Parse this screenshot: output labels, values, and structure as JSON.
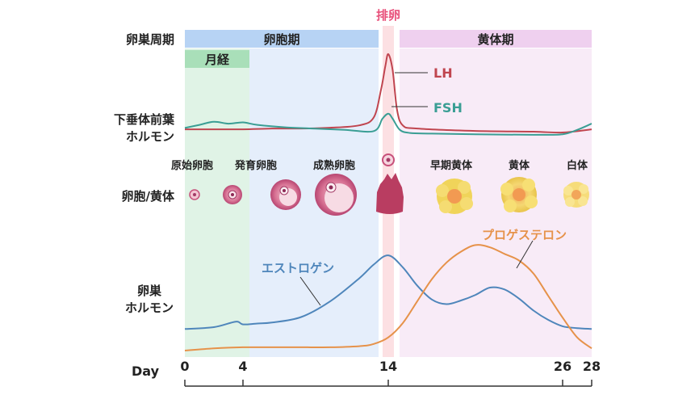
{
  "phases": {
    "ovarian_cycle": "卵巣周期",
    "follicular": "卵胞期",
    "ovulation": "排卵",
    "luteal": "黄体期",
    "menstruation": "月経"
  },
  "row_labels": {
    "pituitary_1": "下垂体前葉",
    "pituitary_2": "ホルモン",
    "follicle_corpus": "卵胞/黄体",
    "ovarian_1": "卵巣",
    "ovarian_2": "ホルモン"
  },
  "stages": [
    "原始卵胞",
    "発育卵胞",
    "成熟卵胞",
    "早期黄体",
    "黄体",
    "白体"
  ],
  "hormones": {
    "lh": "LH",
    "fsh": "FSH",
    "estrogen": "エストロゲン",
    "progesterone": "プロゲステロン"
  },
  "axis": {
    "label": "Day",
    "ticks": [
      0,
      4,
      14,
      26,
      28
    ]
  },
  "colors": {
    "lh": "#c0454f",
    "fsh": "#3a9e94",
    "estrogen": "#4f86bb",
    "progesterone": "#e6924a",
    "ovulation": "#e8507a",
    "follicle": "#c7507a",
    "corpus": "#f0d050"
  },
  "chart_data": {
    "type": "line",
    "x_range": [
      0,
      28
    ],
    "series": [
      {
        "key": "lh",
        "x": [
          0,
          2,
          4,
          6,
          8,
          10,
          12,
          13,
          13.5,
          13.8,
          14,
          14.3,
          14.6,
          15,
          16,
          20,
          24,
          26,
          28
        ],
        "y": [
          0.05,
          0.05,
          0.05,
          0.06,
          0.06,
          0.07,
          0.1,
          0.2,
          0.55,
          0.85,
          1.0,
          0.8,
          0.3,
          0.1,
          0.06,
          0.03,
          0.02,
          0.01,
          0.05
        ]
      },
      {
        "key": "fsh",
        "x": [
          0,
          1,
          2,
          3,
          4,
          5,
          7,
          9,
          11,
          13,
          13.6,
          14,
          14.3,
          14.8,
          15.5,
          17,
          20,
          24,
          26,
          27,
          28
        ],
        "y": [
          0.15,
          0.2,
          0.25,
          0.22,
          0.24,
          0.2,
          0.16,
          0.14,
          0.12,
          0.1,
          0.3,
          0.38,
          0.3,
          0.12,
          0.07,
          0.06,
          0.05,
          0.04,
          0.05,
          0.12,
          0.22
        ]
      },
      {
        "key": "estrogen",
        "x": [
          0,
          2,
          3.5,
          4,
          5,
          6,
          8,
          10,
          12,
          13,
          14,
          15,
          16,
          17,
          18,
          19,
          20,
          21,
          22,
          23,
          24,
          25,
          26,
          27,
          28
        ],
        "y": [
          0.05,
          0.07,
          0.13,
          0.1,
          0.11,
          0.12,
          0.18,
          0.35,
          0.6,
          0.75,
          0.85,
          0.72,
          0.52,
          0.37,
          0.32,
          0.36,
          0.42,
          0.5,
          0.48,
          0.38,
          0.25,
          0.15,
          0.08,
          0.06,
          0.05
        ]
      },
      {
        "key": "progesterone",
        "x": [
          0,
          2,
          4,
          6,
          8,
          10,
          12,
          13,
          14,
          15,
          16,
          17,
          18,
          19,
          20,
          21,
          22,
          23,
          24,
          25,
          26,
          27,
          28
        ],
        "y": [
          0.0,
          0.02,
          0.03,
          0.03,
          0.03,
          0.03,
          0.04,
          0.06,
          0.12,
          0.25,
          0.45,
          0.65,
          0.8,
          0.9,
          0.96,
          0.94,
          0.88,
          0.82,
          0.7,
          0.5,
          0.3,
          0.12,
          0.02
        ]
      }
    ]
  }
}
